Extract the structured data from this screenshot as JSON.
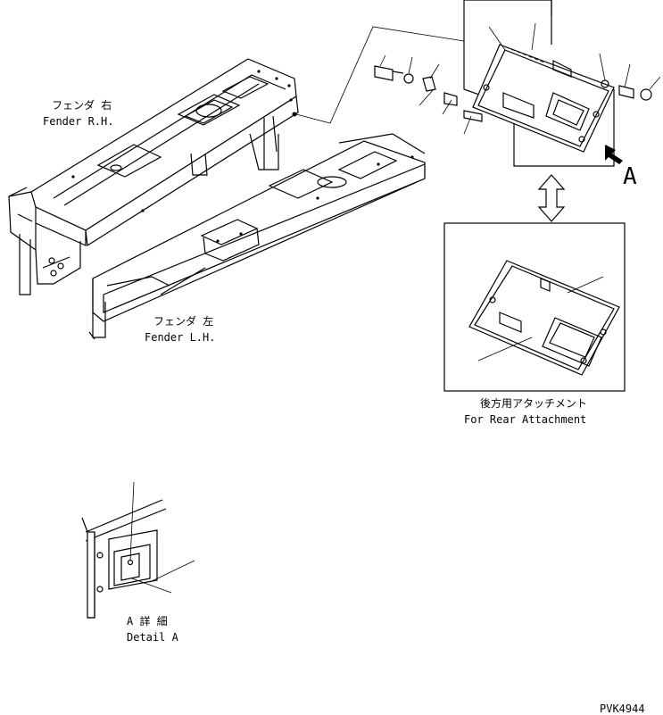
{
  "labels": {
    "fender_rh_jp": "フェンダ 右",
    "fender_rh_en": "Fender R.H.",
    "fender_lh_jp": "フェンダ 左",
    "fender_lh_en": "Fender L.H.",
    "view_arrow": "A",
    "rear_attachment_jp": "後方用アタッチメント",
    "rear_attachment_en": "For Rear Attachment",
    "detail_jp": "A 詳 細",
    "detail_en": "Detail A",
    "drawing_number": "PVK4944"
  }
}
